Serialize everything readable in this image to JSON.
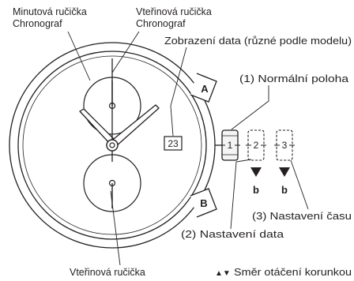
{
  "labels": {
    "minute_hand_line1": "Minutová ručička",
    "minute_hand_line2": "Chronograf",
    "second_hand_line1": "Vteřinová ručička",
    "second_hand_line2": "Chronograf",
    "date_display": "Zobrazení data (různé podle modelu)",
    "normal_position": "(1) Normální poloha",
    "date_setting": "(2) Nastavení data",
    "time_setting": "(3) Nastavení času",
    "second_hand_bottom": "Vteřinová ručička",
    "rotation_legend": "Směr otáčení korunkou"
  },
  "dial": {
    "date_value": "23"
  },
  "pushers": {
    "top": "A",
    "bottom": "B"
  },
  "crown_positions": [
    "1",
    "2",
    "3"
  ],
  "direction_marks": [
    "b",
    "b"
  ],
  "legend_arrows": "▲▼",
  "colors": {
    "ink": "#231f20",
    "crown_fill": "#f4f4f4"
  }
}
